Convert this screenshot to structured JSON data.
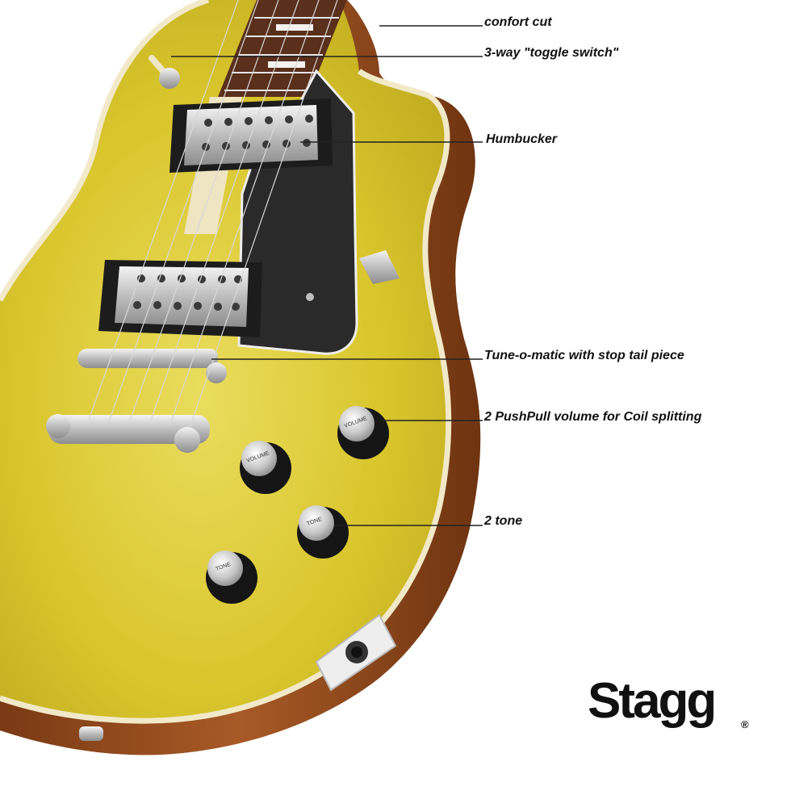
{
  "image": {
    "subject": "gold-top-electric-guitar",
    "colors": {
      "top": "#d9c52c",
      "top_highlight": "#eee27a",
      "binding": "#f1e9c8",
      "side": "#9a4e1e",
      "pickguard": "#2a2a2a",
      "chrome": "#cfcfcf",
      "knob": "#151515",
      "fretboard": "#5a2f1c"
    }
  },
  "callouts": [
    {
      "id": "confort-cut",
      "text": "confort cut"
    },
    {
      "id": "toggle-switch",
      "text": "3-way \"toggle switch\""
    },
    {
      "id": "humbucker",
      "text": "Humbucker"
    },
    {
      "id": "tune-o-matic",
      "text": "Tune-o-matic with stop tail piece"
    },
    {
      "id": "pushpull-volume",
      "text": "2 PushPull volume for Coil splitting"
    },
    {
      "id": "tone",
      "text": "2 tone"
    }
  ],
  "knob_caps": {
    "volume": "VOLUME",
    "tone": "TONE"
  },
  "brand": {
    "name": "Stagg",
    "registered": "®"
  }
}
